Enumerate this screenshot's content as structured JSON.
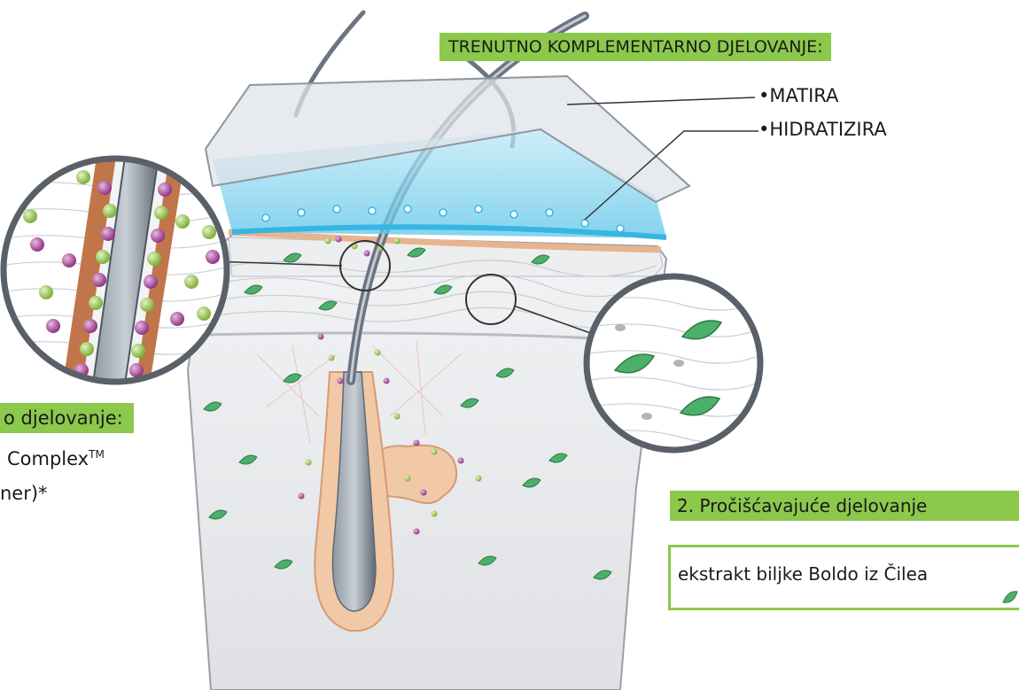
{
  "complementary": {
    "heading": "TRENUTNO KOMPLEMENTARNO DJELOVANJE:",
    "items": [
      "MATIRA",
      "HIDRATIZIRA"
    ]
  },
  "left_panel": {
    "heading": "o djelovanje:",
    "line1": "Complex",
    "line1_mark": "TM",
    "line2": "ner)*"
  },
  "right_panel": {
    "heading": "2. Pročišćavajuće djelovanje",
    "ingredient": "ekstrakt biljke Boldo iz Čilea"
  },
  "colors": {
    "accent_green": "#8cc84b",
    "leaf_green": "#4caf6a",
    "particle_purple": "#9b3a8c",
    "particle_green": "#9ccc4a",
    "film_blue": "#7fd0ec",
    "skin_gray": "#e7e8ea",
    "epidermis_peach": "#e8b48e",
    "hair_gray": "#6b7480"
  }
}
